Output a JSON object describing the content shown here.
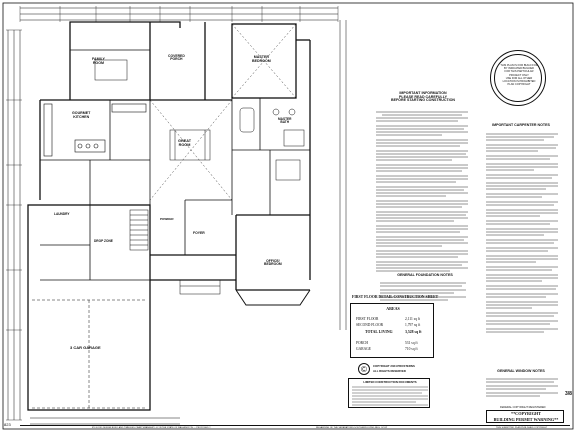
{
  "sheet": {
    "number": "3/8",
    "scale_note": "823",
    "footer_strip_left": "BY GOOD DESIGN BUILD AND TIMELESS CRAFTSMANSHIP LLC IN THE STATE OF WASHINGTON — PROPOSED ©",
    "footer_strip_mid": "REGARDING OF THE SEPARATIONS SOUTHERN LIVING REG. OCUP",
    "footer_strip_right": "THIS SUBMITTED PLAN PUBLISHED COPYRIGHT"
  },
  "rooms": {
    "family": "FAMILY\nROOM",
    "covered_porch": "COVERED\nPORCH",
    "master_bedroom": "MASTER\nBEDROOM",
    "gourmet_kitchen": "GOURMET\nKITCHEN",
    "great_room": "GREAT\nROOM",
    "master_bath": "MASTER\nBATH",
    "laundry": "LAUNDRY",
    "drop_zone": "DROP ZONE",
    "foyer": "FOYER",
    "powder": "POWDER",
    "office": "OFFICE/\nBEDROOM",
    "garage": "3 CAR GARAGE"
  },
  "info_box": {
    "title": "IMPORTANT INFORMATION\nPLEASE READ CAREFULLY\nBEFORE STARTING CONSTRUCTION"
  },
  "stamp": {
    "text": "THIS PLAN IS FOR BUILD FOR\nBY INDICATED BUILDER\nFOR THIS PARTICULAR\nPROJECT ONLY\nUSE FOR ALL OTHER\nLOCATION IS PROHIBITED\nPLAN COPYRIGHT"
  },
  "carpenter_notes": {
    "title": "IMPORTANT CARPENTER NOTES"
  },
  "foundation_notes": {
    "title": "GENERAL FOUNDATION NOTES"
  },
  "window_notes": {
    "title": "GENERAL WINDOW NOTES"
  },
  "construction_sheet": {
    "title": "FIRST FLOOR DETAIL CONSTRUCTION SHEET"
  },
  "areas": {
    "title": "AREAS",
    "rows": [
      {
        "label": "FIRST FLOOR",
        "value": "2,111 sq ft"
      },
      {
        "label": "SECOND FLOOR",
        "value": "1,797 sq ft"
      },
      {
        "label": "TOTAL LIVING",
        "value": "3,528 sq ft"
      },
      {
        "label": "PORCH",
        "value": "531 sq ft"
      },
      {
        "label": "GARAGE",
        "value": "710 sq ft"
      }
    ]
  },
  "copyright_badge": {
    "line1": "COPYRIGHT 2024 PROSTERNS",
    "line2": "ALL RIGHTS RESERVED"
  },
  "limited_box": {
    "title": "LIMITED CONSTRUCTION DOCUMENTS"
  },
  "warning_box": {
    "pre": "FEDERAL COPYRIGHT REGISTERED",
    "line1": "**COPYRIGHT",
    "line2": "BUILDING PERMIT WARNING**"
  },
  "colors": {
    "line": "#111111",
    "paper": "#ffffff"
  }
}
